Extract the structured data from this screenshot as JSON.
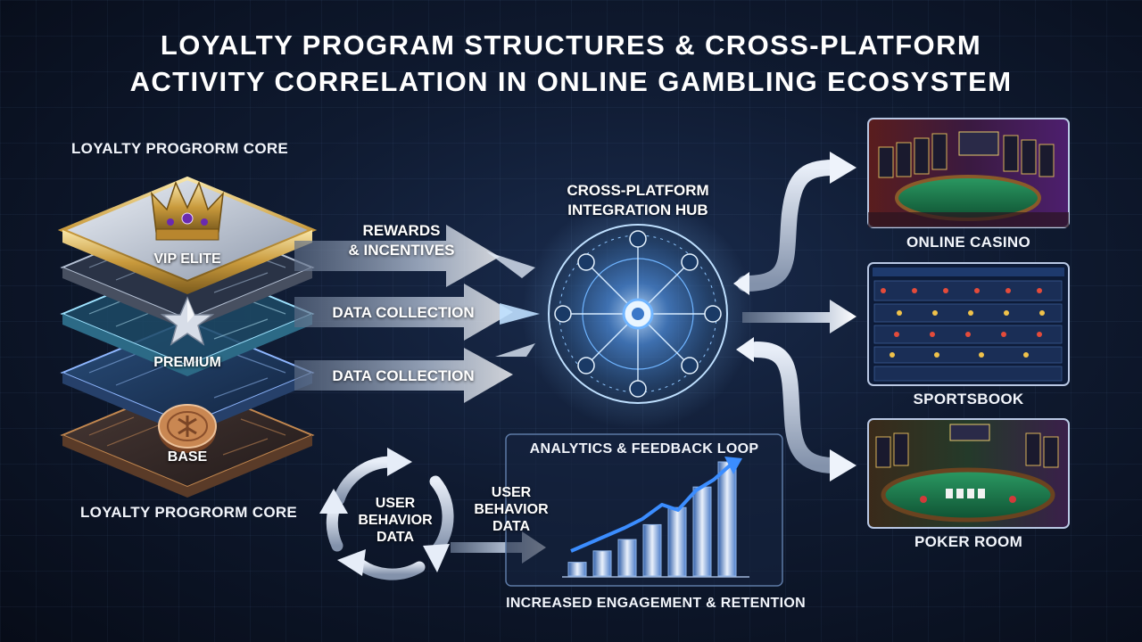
{
  "title_line1": "LOYALTY PROGRAM STRUCTURES & CROSS-PLATFORM",
  "title_line2": "ACTIVITY CORRELATION IN ONLINE GAMBLING ECOSYSTEM",
  "core": {
    "top_label": "LOYALTY PROGRORM CORE",
    "bottom_label": "LOYALTY PROGRORM CORE",
    "tiers": [
      {
        "label": "VIP ELITE",
        "icon": "crown-icon"
      },
      {
        "label": "PREMIUM",
        "icon": "star-icon"
      },
      {
        "label": "BASE",
        "icon": "coin-icon"
      }
    ]
  },
  "flows": {
    "rewards_line1": "REWARDS",
    "rewards_line2": "& INCENTIVES",
    "data_collection_1": "DATA COLLECTION",
    "data_collection_2": "DATA COLLECTION"
  },
  "hub": {
    "line1": "CROSS-PLATFORM",
    "line2": "INTEGRATION HUB"
  },
  "platforms": [
    {
      "label": "ONLINE CASINO"
    },
    {
      "label": "SPORTSBOOK"
    },
    {
      "label": "POKER ROOM"
    }
  ],
  "cycle": {
    "line1": "USER",
    "line2": "BEHAVIOR",
    "line3": "DATA"
  },
  "cycle_out": {
    "line1": "USER",
    "line2": "BEHAVIOR",
    "line3": "DATA"
  },
  "analytics": {
    "title": "ANALYTICS & FEEDBACK LOOP",
    "caption": "INCREASED ENGAGEMENT & RETENTION",
    "bars": [
      0.12,
      0.22,
      0.32,
      0.45,
      0.6,
      0.78,
      1.0
    ]
  },
  "colors": {
    "accent_blue": "#6fb4ff",
    "gold": "#e7b64a",
    "silver": "#c9d3e3",
    "bronze": "#b8734a",
    "felt_green": "#1f7a4f"
  }
}
